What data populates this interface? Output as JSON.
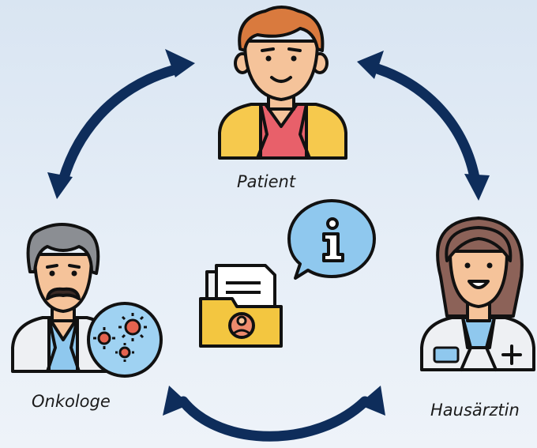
{
  "labels": {
    "patient": "Patient",
    "oncologist": "Onkologe",
    "gp": "Hausärztin"
  },
  "icons": {
    "patient": "patient-avatar-icon",
    "oncologist": "oncologist-avatar-icon",
    "gp": "general-practitioner-avatar-icon",
    "folder": "patient-record-folder-icon",
    "info": "info-speech-bubble-icon",
    "virus": "virus-cells-icon"
  },
  "colors": {
    "arrow": "#0e2d5b",
    "outline": "#111111",
    "skin": "#f5c39a",
    "patient_hair": "#d97a3e",
    "patient_jacket": "#f6c94d",
    "patient_shirt": "#e8606a",
    "gray_hair": "#8b8e93",
    "coat": "#eef0f3",
    "folder": "#f3c640",
    "info_bubble": "#8fc8ee",
    "virus_bg": "#9fd2f2",
    "virus": "#e4634f"
  }
}
